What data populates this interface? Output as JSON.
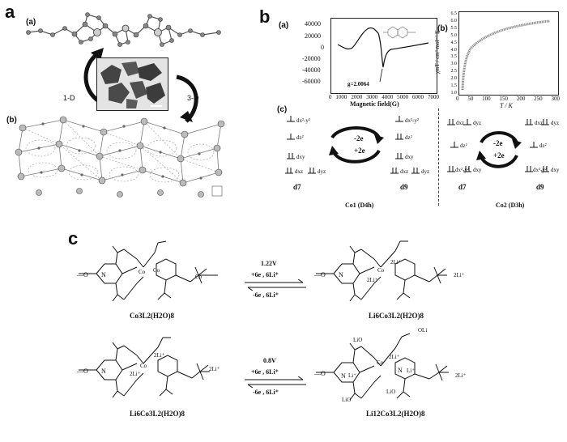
{
  "figure": {
    "panel_a": {
      "label": "a",
      "sub_a": "(a)",
      "sub_b": "(b)",
      "arrow_left": "1-D",
      "arrow_right": "3-D"
    },
    "panel_b": {
      "label": "b",
      "sub_a": "(a)",
      "sub_b": "(b)",
      "sub_c": "(c)",
      "epr": {
        "xlabel": "Magnetic field(G)",
        "yticks": [
          "40000",
          "20000",
          "0",
          "-20000",
          "-40000",
          "-60000"
        ],
        "xticks": [
          "0",
          "1000",
          "2000",
          "3000",
          "4000",
          "5000",
          "6000",
          "7000"
        ],
        "gvalue": "g=2.0064"
      },
      "magnetic": {
        "ylabel": "χmT / cm³ mol⁻¹ K",
        "xlabel": "T / K",
        "yticks": [
          "6.5",
          "6.0",
          "5.5",
          "5.0",
          "4.5",
          "4.0",
          "3.5",
          "3.0",
          "2.5",
          "2.0",
          "1.5",
          "1.0"
        ],
        "xticks": [
          "0",
          "50",
          "100",
          "150",
          "200",
          "250",
          "300"
        ]
      },
      "co1": {
        "caption": "Co1 (D4h)",
        "left_orbitals": [
          "dx²-y²",
          "dz²",
          "dxy",
          "dxz",
          "dyz"
        ],
        "right_orbitals": [
          "dx²-y²",
          "dz²",
          "dxy",
          "dxz",
          "dyz"
        ],
        "left_config": "d7",
        "right_config": "d9",
        "minus": "-2e",
        "plus": "+2e"
      },
      "co2": {
        "caption": "Co2 (D3h)",
        "left_orbitals": [
          "dxz",
          "dyz",
          "dz²",
          "dx²-y²",
          "dxy"
        ],
        "right_orbitals": [
          "dxz",
          "dyz",
          "dz²",
          "dx²-y²",
          "dxy"
        ],
        "left_config": "d7",
        "right_config": "d9",
        "minus": "-2e",
        "plus": "+2e"
      }
    },
    "panel_c": {
      "label": "c",
      "row1": {
        "left_name": "Co3L2(H2O)8",
        "right_name": "Li6Co3L2(H2O)8",
        "potential": "1.22V",
        "forward": "+6e ,  6Li⁺",
        "backward": "-6e ,  6Li⁺"
      },
      "row2": {
        "left_name": "Li6Co3L2(H2O)8",
        "right_name": "Li12Co3L2(H2O)8",
        "potential": "0.8V",
        "forward": "+6e ,  6Li⁺",
        "backward": "-6e ,  6Li⁺"
      },
      "atom_labels": {
        "co": "Co",
        "n": "N",
        "li2": "2Li⁺",
        "li": "Li⁺",
        "oli": "OLi",
        "lio": "LiO"
      }
    }
  }
}
